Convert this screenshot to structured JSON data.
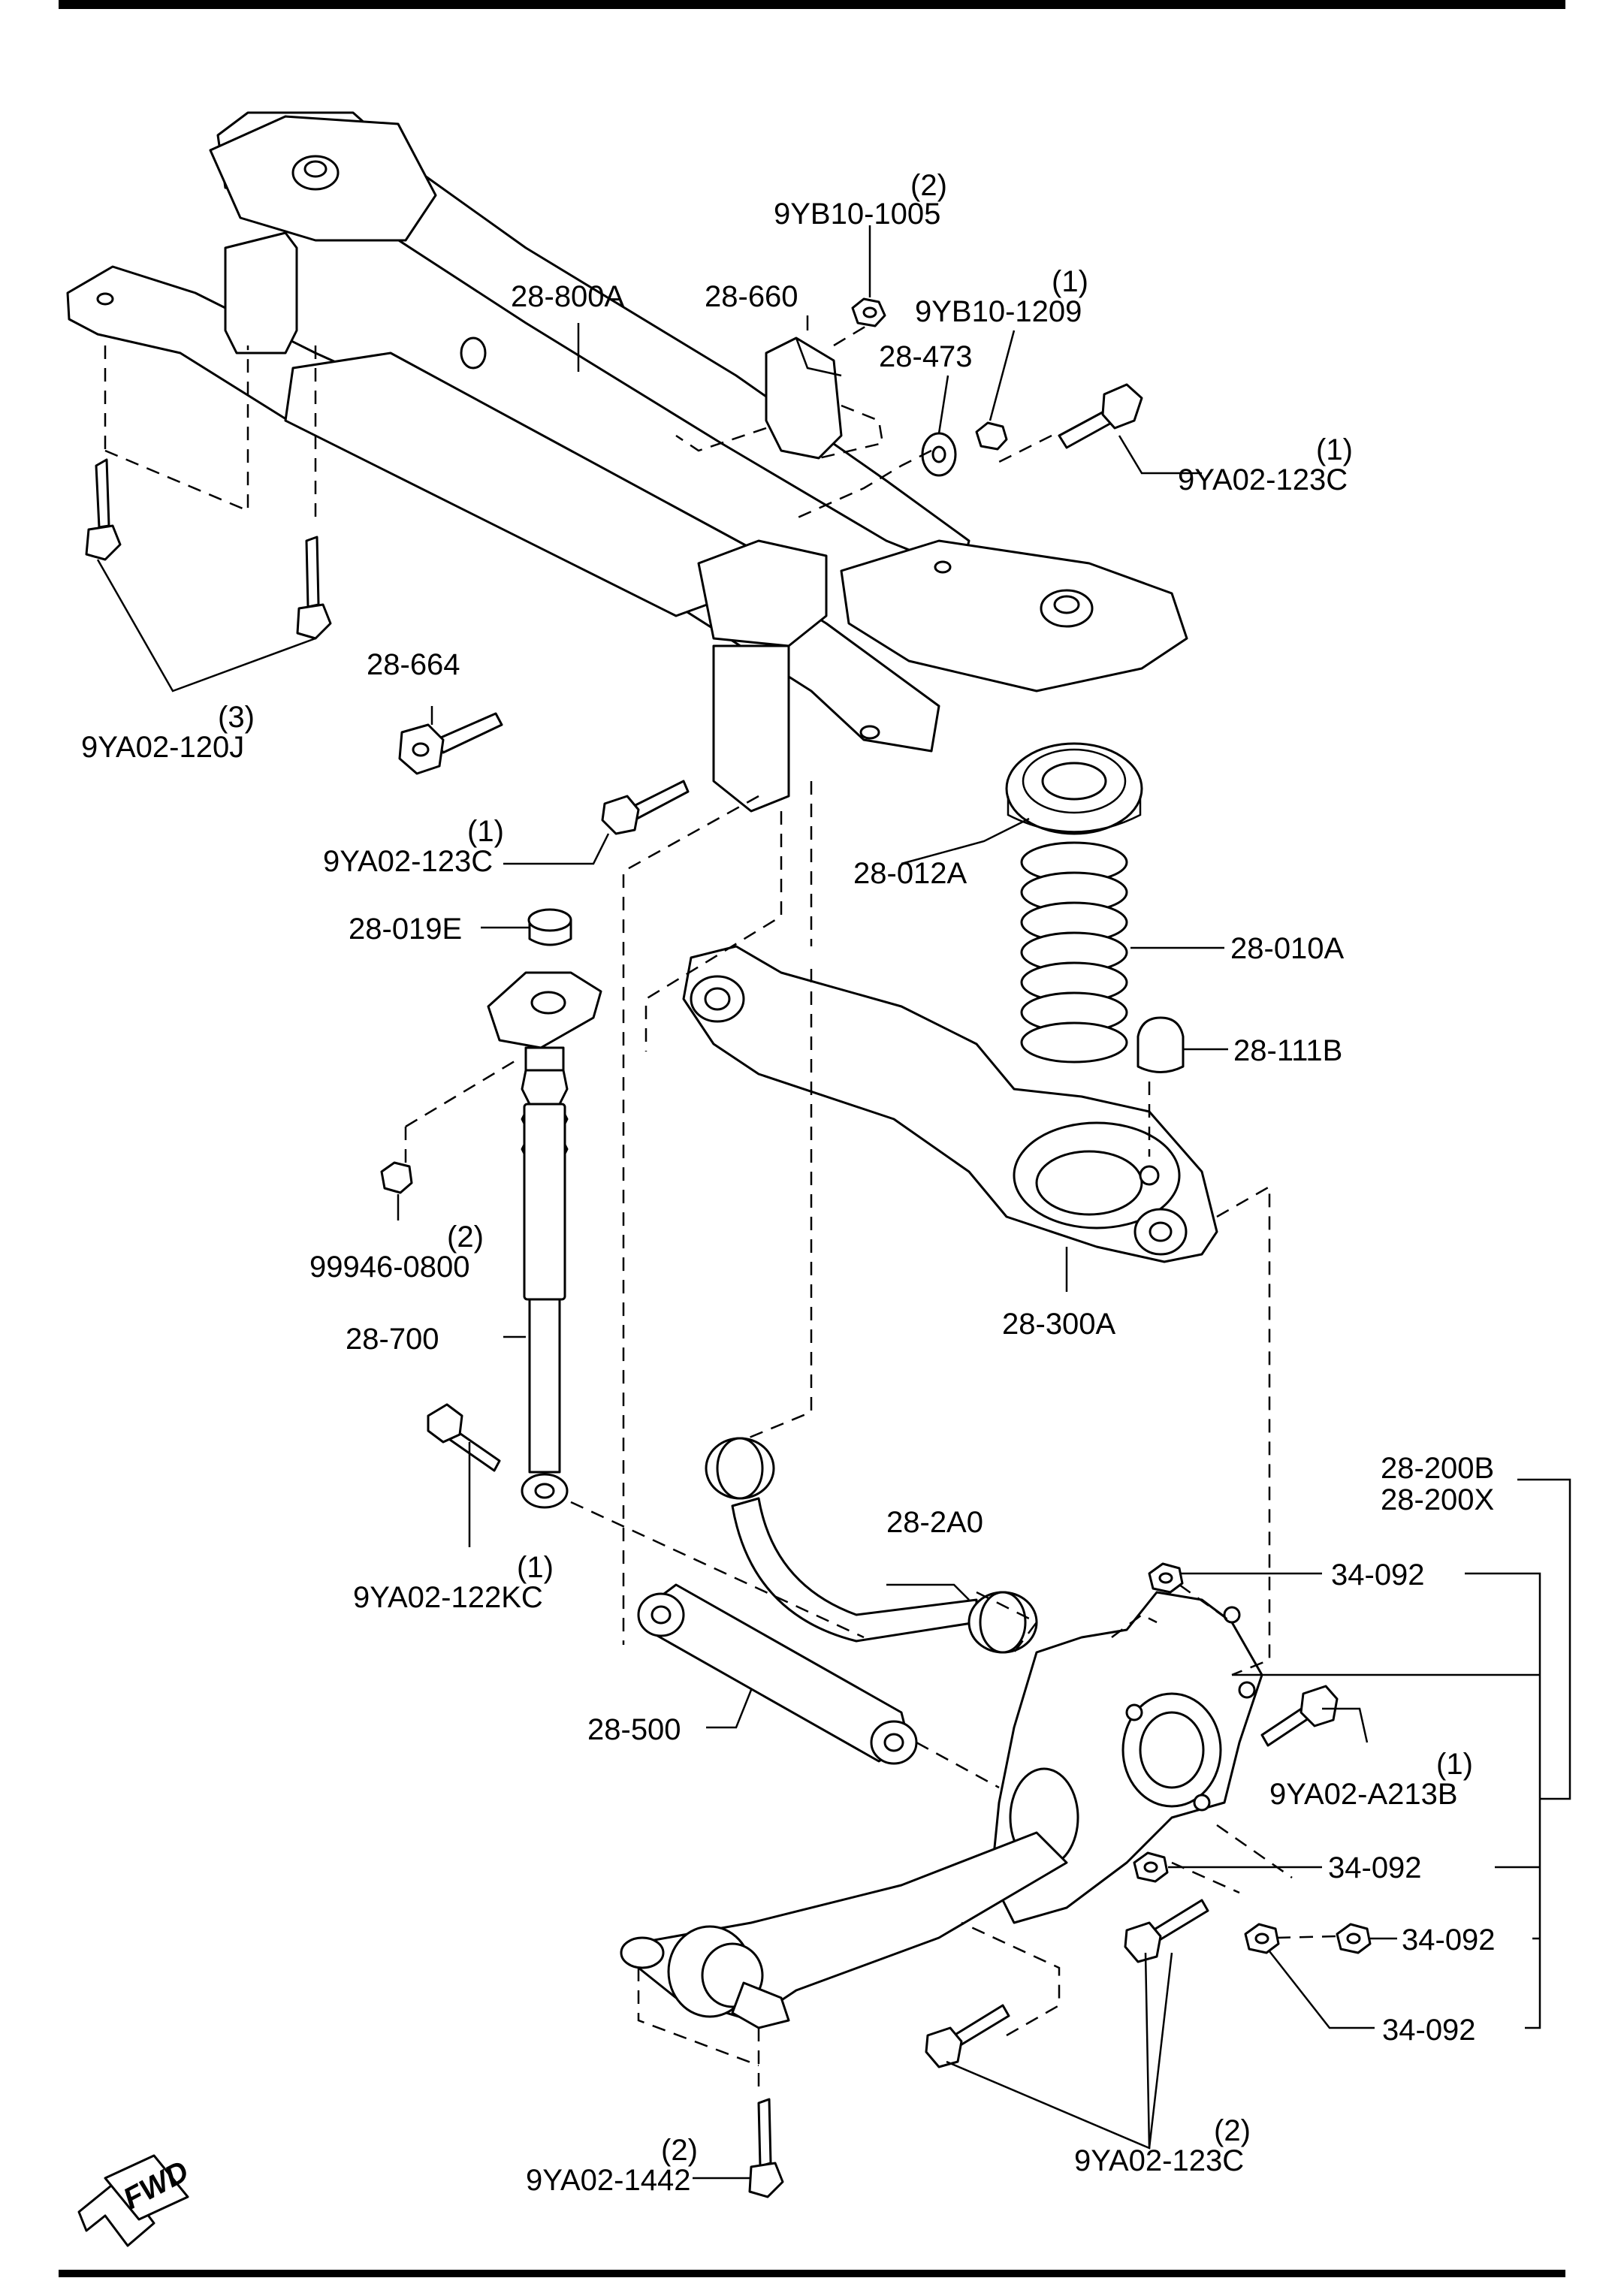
{
  "labels": {
    "qty_9YB10_1005": "(2)",
    "p_9YB10_1005": "9YB10-1005",
    "p_28_800A": "28-800A",
    "p_28_660": "28-660",
    "qty_9YB10_1209": "(1)",
    "p_9YB10_1209": "9YB10-1209",
    "p_28_473": "28-473",
    "qty_9YA02_123C_top": "(1)",
    "p_9YA02_123C_top": "9YA02-123C",
    "p_28_664": "28-664",
    "qty_9YA02_120J": "(3)",
    "p_9YA02_120J": "9YA02-120J",
    "qty_9YA02_123C_mid": "(1)",
    "p_9YA02_123C_mid": "9YA02-123C",
    "p_28_012A": "28-012A",
    "p_28_019E": "28-019E",
    "p_28_010A": "28-010A",
    "p_28_111B": "28-111B",
    "qty_99946_0800": "(2)",
    "p_99946_0800": "99946-0800",
    "p_28_300A": "28-300A",
    "p_28_700": "28-700",
    "p_28_200B": "28-200B",
    "p_28_200X": "28-200X",
    "p_28_2A0": "28-2A0",
    "qty_9YA02_122KC": "(1)",
    "p_9YA02_122KC": "9YA02-122KC",
    "p_34_092_a": "34-092",
    "qty_9YA02_A213B": "(1)",
    "p_9YA02_A213B": "9YA02-A213B",
    "p_28_500": "28-500",
    "p_34_092_b": "34-092",
    "p_34_092_c": "34-092",
    "p_34_092_d": "34-092",
    "qty_9YA02_123C_bot": "(2)",
    "p_9YA02_123C_bot": "9YA02-123C",
    "qty_9YA02_1442": "(2)",
    "p_9YA02_1442": "9YA02-1442",
    "fwd": "FWD"
  },
  "colors": {
    "line": "#000000",
    "background": "#ffffff"
  }
}
